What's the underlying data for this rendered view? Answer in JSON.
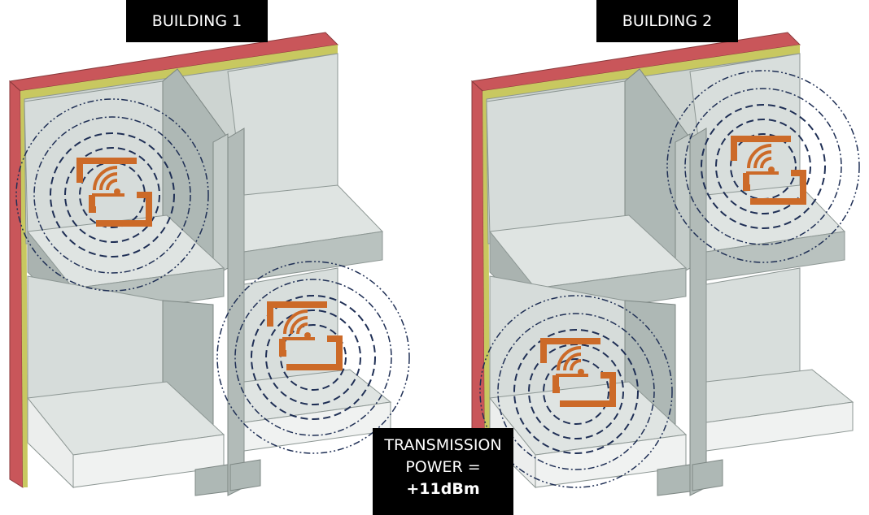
{
  "labels": {
    "building1": "BUILDING 1",
    "building2": "BUILDING 2"
  },
  "power": {
    "line1": "TRANSMISSION",
    "line2": "POWER =",
    "value": "+11dBm"
  },
  "colors": {
    "router": "#cc6a28",
    "wave": "#1f2f55",
    "brick": "#c9565a",
    "insulation": "#c8c860",
    "concrete_light": "#dfe4e2",
    "concrete_mid": "#b9c2bf",
    "concrete_dark": "#8d9794",
    "label_bg": "#000000",
    "label_text": "#ffffff"
  },
  "routers": [
    {
      "building": 1,
      "floor": "upper",
      "icon": "wifi-router-icon"
    },
    {
      "building": 1,
      "floor": "lower",
      "icon": "wifi-router-icon"
    },
    {
      "building": 2,
      "floor": "upper",
      "icon": "wifi-router-icon"
    },
    {
      "building": 2,
      "floor": "lower",
      "icon": "wifi-router-icon"
    }
  ]
}
